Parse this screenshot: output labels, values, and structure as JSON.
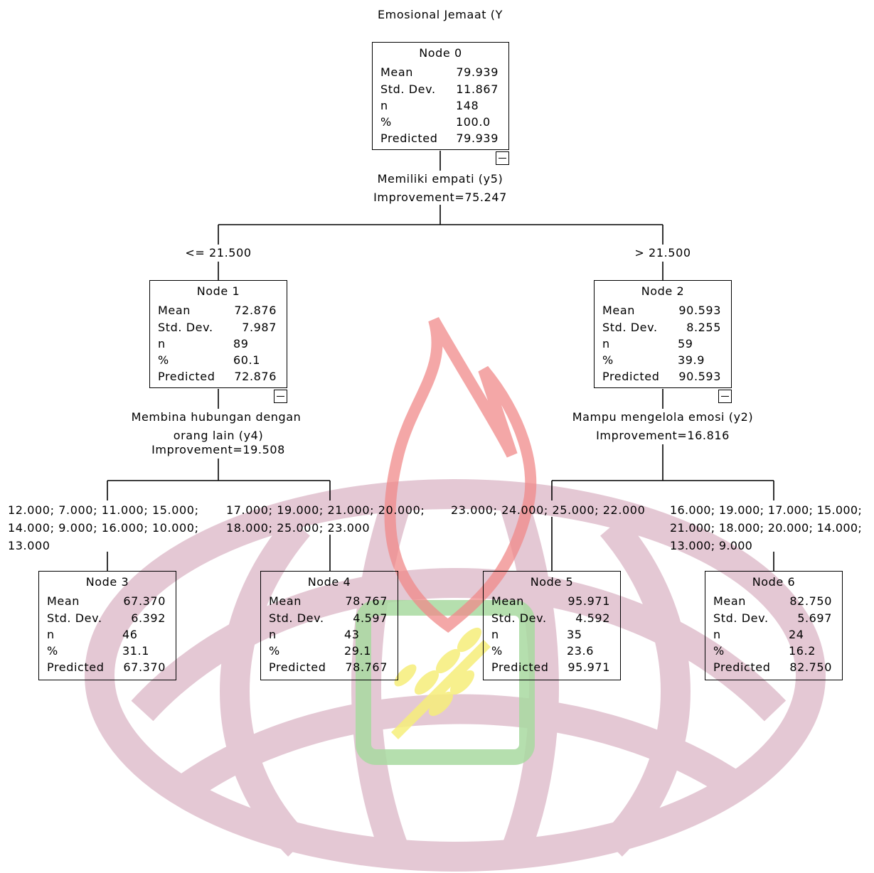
{
  "title": "Emosional Jemaat (Y",
  "labels": {
    "mean": "Mean",
    "std": "Std. Dev.",
    "n": "n",
    "pct": "%",
    "pred": "Predicted"
  },
  "nodes": [
    {
      "title": "Node 0",
      "mean": "79.939",
      "std": "11.867",
      "n": "148",
      "pct": "100.0",
      "pred": "79.939"
    },
    {
      "title": "Node 1",
      "mean": "72.876",
      "std": "7.987",
      "n": "89",
      "pct": "60.1",
      "pred": "72.876"
    },
    {
      "title": "Node 2",
      "mean": "90.593",
      "std": "8.255",
      "n": "59",
      "pct": "39.9",
      "pred": "90.593"
    },
    {
      "title": "Node 3",
      "mean": "67.370",
      "std": "6.392",
      "n": "46",
      "pct": "31.1",
      "pred": "67.370"
    },
    {
      "title": "Node 4",
      "mean": "78.767",
      "std": "4.597",
      "n": "43",
      "pct": "29.1",
      "pred": "78.767"
    },
    {
      "title": "Node 5",
      "mean": "95.971",
      "std": "4.592",
      "n": "35",
      "pct": "23.6",
      "pred": "95.971"
    },
    {
      "title": "Node 6",
      "mean": "82.750",
      "std": "5.697",
      "n": "24",
      "pct": "16.2",
      "pred": "82.750"
    }
  ],
  "splits": [
    {
      "variable": "Memiliki empati (y5)",
      "improvement": "Improvement=75.247"
    },
    {
      "variable": "Membina hubungan dengan",
      "variable2": "orang lain (y4)",
      "improvement": "Improvement=19.508"
    },
    {
      "variable": "Mampu mengelola emosi (y2)",
      "improvement": "Improvement=16.816"
    }
  ],
  "branches": {
    "node1": "<= 21.500",
    "node2": "> 21.500",
    "node3": [
      "12.000; 7.000; 11.000; 15.000;",
      "14.000; 9.000; 16.000; 10.000;",
      "13.000"
    ],
    "node4": [
      "17.000; 19.000; 21.000; 20.000;",
      "18.000; 25.000; 23.000"
    ],
    "node5": [
      "23.000; 24.000; 25.000; 22.000"
    ],
    "node6": [
      "16.000; 19.000; 17.000; 15.000;",
      "21.000; 18.000; 20.000; 14.000;",
      "13.000; 9.000"
    ]
  },
  "colors": {
    "watermark_globe": "#dcb6c6",
    "watermark_flame": "#f08a8a",
    "watermark_square": "#a8d9a0",
    "watermark_wheat": "#f6ee7a"
  }
}
